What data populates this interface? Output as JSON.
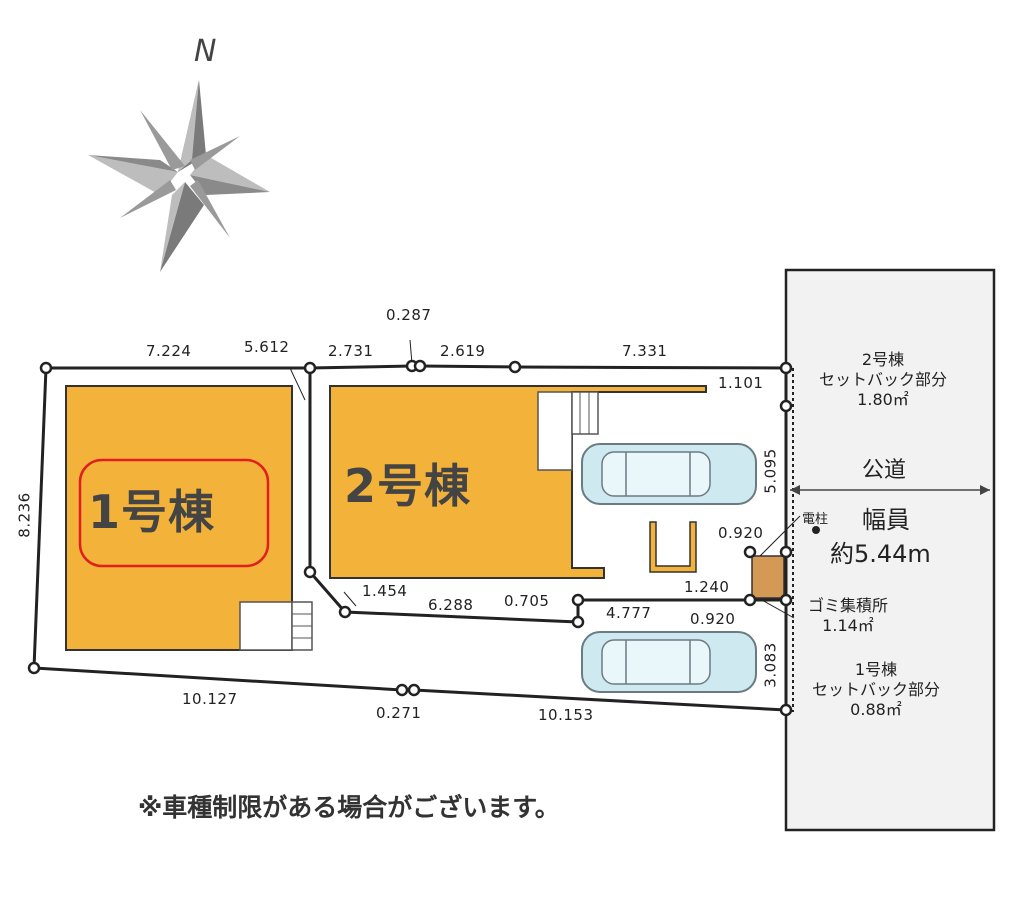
{
  "compass": {
    "north": "N"
  },
  "buildings": {
    "b1": "1号棟",
    "b2": "2号棟"
  },
  "road": {
    "name": "公道",
    "width_label": "幅員",
    "width_value": "約5.44m",
    "pole": "電柱"
  },
  "setback2": {
    "line1": "2号棟",
    "line2": "セットバック部分",
    "area": "1.80㎡"
  },
  "setback1": {
    "line1": "1号棟",
    "line2": "セットバック部分",
    "area": "0.88㎡"
  },
  "garbage": {
    "name": "ゴミ集積所",
    "area": "1.14㎡"
  },
  "dims": {
    "top_a": "7.224",
    "top_b": "5.612",
    "top_c": "2.731",
    "top_d": "0.287",
    "top_e": "2.619",
    "top_f": "7.331",
    "right_top": "1.101",
    "right_mid": "5.095",
    "left": "8.236",
    "in_a": "1.454",
    "in_b": "6.288",
    "in_c": "0.705",
    "in_d": "4.777",
    "g_top": "0.920",
    "g_side": "1.240",
    "g_bottom": "0.920",
    "right_low": "3.083",
    "bot_a": "10.127",
    "bot_b": "0.271",
    "bot_c": "10.153"
  },
  "note": "※車種制限がある場合がございます。",
  "colors": {
    "lot": "#f3b33a",
    "lot_edge": "#333333",
    "garbage": "#d49a55",
    "highlight": "#e02020",
    "road": "#f2f2f2",
    "car": "#cfe9f0"
  }
}
